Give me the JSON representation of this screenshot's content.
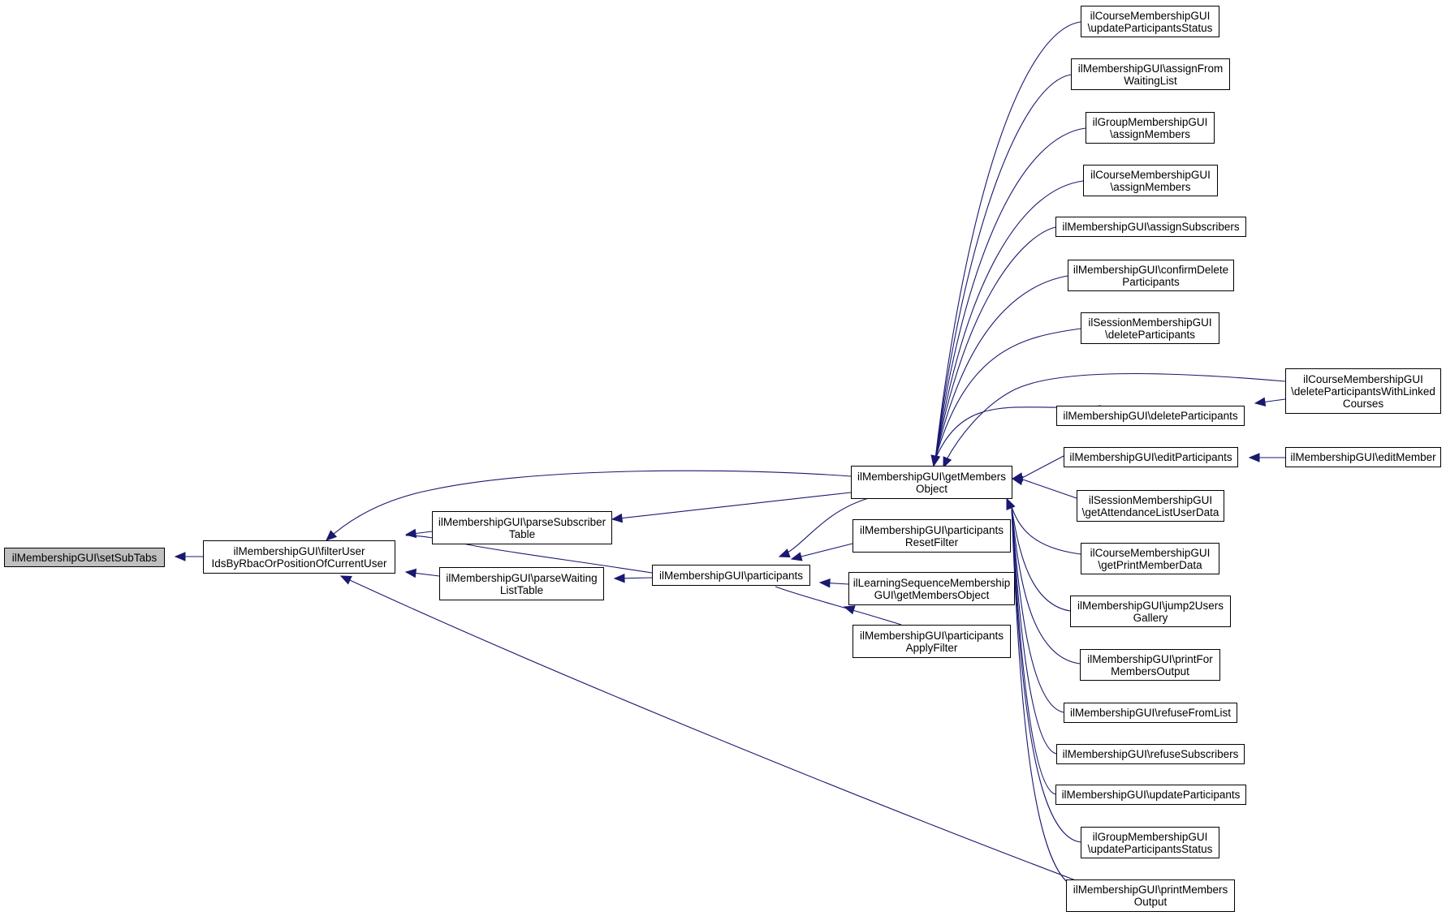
{
  "graph": {
    "edge_color": "#191970",
    "root_fill": "#bfbfbf",
    "nodes": {
      "setSubTabs": [
        "ilMembershipGUI\\setSubTabs"
      ],
      "filterUser": [
        "ilMembershipGUI\\filterUser",
        "IdsByRbacOrPositionOfCurrentUser"
      ],
      "parseSubscriber": [
        "ilMembershipGUI\\parseSubscriber",
        "Table"
      ],
      "parseWaiting": [
        "ilMembershipGUI\\parseWaiting",
        "ListTable"
      ],
      "participants": [
        "ilMembershipGUI\\participants"
      ],
      "getMembersObject": [
        "ilMembershipGUI\\getMembers",
        "Object"
      ],
      "participantsResetFilter": [
        "ilMembershipGUI\\participants",
        "ResetFilter"
      ],
      "lsGetMembersObject": [
        "ilLearningSequenceMembership",
        "GUI\\getMembersObject"
      ],
      "participantsApplyFilter": [
        "ilMembershipGUI\\participants",
        "ApplyFilter"
      ],
      "courseUpdateParticipantsStatus": [
        "ilCourseMembershipGUI",
        "\\updateParticipantsStatus"
      ],
      "assignFromWaitingList": [
        "ilMembershipGUI\\assignFrom",
        "WaitingList"
      ],
      "groupAssignMembers": [
        "ilGroupMembershipGUI",
        "\\assignMembers"
      ],
      "courseAssignMembers": [
        "ilCourseMembershipGUI",
        "\\assignMembers"
      ],
      "assignSubscribers": [
        "ilMembershipGUI\\assignSubscribers"
      ],
      "confirmDeleteParticipants": [
        "ilMembershipGUI\\confirmDelete",
        "Participants"
      ],
      "sessionDeleteParticipants": [
        "ilSessionMembershipGUI",
        "\\deleteParticipants"
      ],
      "deleteParticipants": [
        "ilMembershipGUI\\deleteParticipants"
      ],
      "courseDeleteParticipantsWithLinkedCourses": [
        "ilCourseMembershipGUI",
        "\\deleteParticipantsWithLinked",
        "Courses"
      ],
      "editParticipants": [
        "ilMembershipGUI\\editParticipants"
      ],
      "editMember": [
        "ilMembershipGUI\\editMember"
      ],
      "sessionGetAttendanceListUserData": [
        "ilSessionMembershipGUI",
        "\\getAttendanceListUserData"
      ],
      "courseGetPrintMemberData": [
        "ilCourseMembershipGUI",
        "\\getPrintMemberData"
      ],
      "jump2UsersGallery": [
        "ilMembershipGUI\\jump2Users",
        "Gallery"
      ],
      "printForMembersOutput": [
        "ilMembershipGUI\\printFor",
        "MembersOutput"
      ],
      "refuseFromList": [
        "ilMembershipGUI\\refuseFromList"
      ],
      "refuseSubscribers": [
        "ilMembershipGUI\\refuseSubscribers"
      ],
      "updateParticipants": [
        "ilMembershipGUI\\updateParticipants"
      ],
      "groupUpdateParticipantsStatus": [
        "ilGroupMembershipGUI",
        "\\updateParticipantsStatus"
      ],
      "printMembersOutput": [
        "ilMembershipGUI\\printMembers",
        "Output"
      ]
    },
    "edges": [
      [
        "setSubTabs",
        "filterUser"
      ],
      [
        "filterUser",
        "getMembersObject"
      ],
      [
        "filterUser",
        "parseSubscriber"
      ],
      [
        "filterUser",
        "parseWaiting"
      ],
      [
        "filterUser",
        "participants"
      ],
      [
        "filterUser",
        "printMembersOutput"
      ],
      [
        "parseSubscriber",
        "getMembersObject"
      ],
      [
        "parseWaiting",
        "participants"
      ],
      [
        "participants",
        "getMembersObject"
      ],
      [
        "participants",
        "participantsResetFilter"
      ],
      [
        "participants",
        "lsGetMembersObject"
      ],
      [
        "participants",
        "participantsApplyFilter"
      ],
      [
        "getMembersObject",
        "courseUpdateParticipantsStatus"
      ],
      [
        "getMembersObject",
        "assignFromWaitingList"
      ],
      [
        "getMembersObject",
        "groupAssignMembers"
      ],
      [
        "getMembersObject",
        "courseAssignMembers"
      ],
      [
        "getMembersObject",
        "assignSubscribers"
      ],
      [
        "getMembersObject",
        "confirmDeleteParticipants"
      ],
      [
        "getMembersObject",
        "sessionDeleteParticipants"
      ],
      [
        "getMembersObject",
        "courseDeleteParticipantsWithLinkedCourses"
      ],
      [
        "getMembersObject",
        "deleteParticipants"
      ],
      [
        "getMembersObject",
        "editParticipants"
      ],
      [
        "getMembersObject",
        "sessionGetAttendanceListUserData"
      ],
      [
        "getMembersObject",
        "courseGetPrintMemberData"
      ],
      [
        "getMembersObject",
        "jump2UsersGallery"
      ],
      [
        "getMembersObject",
        "printForMembersOutput"
      ],
      [
        "getMembersObject",
        "refuseFromList"
      ],
      [
        "getMembersObject",
        "refuseSubscribers"
      ],
      [
        "getMembersObject",
        "updateParticipants"
      ],
      [
        "getMembersObject",
        "groupUpdateParticipantsStatus"
      ],
      [
        "getMembersObject",
        "printMembersOutput"
      ],
      [
        "deleteParticipants",
        "courseDeleteParticipantsWithLinkedCourses"
      ],
      [
        "editParticipants",
        "editMember"
      ]
    ]
  }
}
